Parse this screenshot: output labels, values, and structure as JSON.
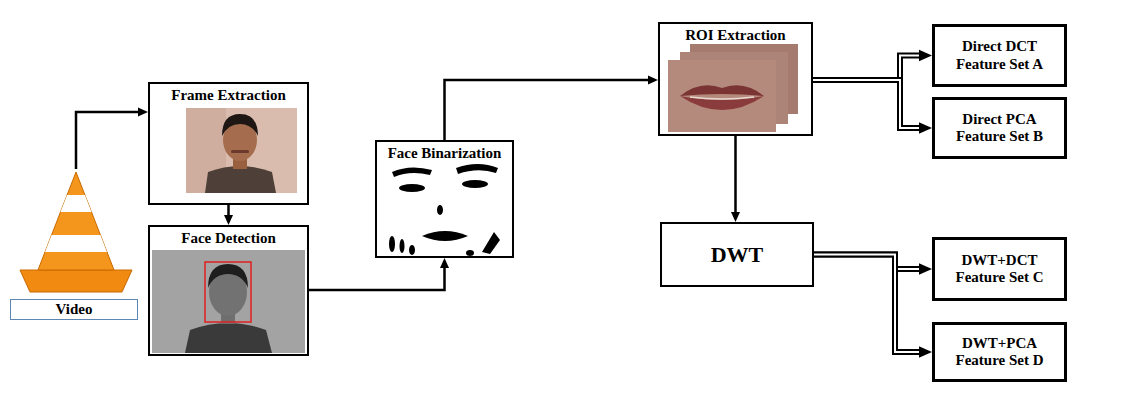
{
  "diagram": {
    "nodes": [
      {
        "text": [
          "Video"
        ]
      },
      {
        "text": [
          "Frame Extraction"
        ]
      },
      {
        "text": [
          "Face Detection"
        ]
      },
      {
        "text": [
          "Face Binarization"
        ]
      },
      {
        "text": [
          "ROI Extraction"
        ]
      },
      {
        "text": [
          "DWT"
        ]
      },
      {
        "text": [
          "Direct DCT Feature Set A"
        ]
      },
      {
        "text": [
          "Direct PCA Feature Set B"
        ]
      },
      {
        "text": [
          "DWT+DCT Feature Set C"
        ]
      },
      {
        "text": [
          "DWT+PCA Feature Set D"
        ]
      }
    ],
    "edges": [
      {
        "from": 0,
        "to": 1,
        "arrow": "to"
      },
      {
        "from": 1,
        "to": 2,
        "arrow": "to"
      },
      {
        "from": 2,
        "to": 3,
        "arrow": "to"
      },
      {
        "from": 3,
        "to": 4,
        "arrow": "to"
      },
      {
        "from": 4,
        "to": 5,
        "arrow": "to"
      },
      {
        "from": 4,
        "to": 6,
        "arrow": "to"
      },
      {
        "from": 4,
        "to": 7,
        "arrow": "to"
      },
      {
        "from": 5,
        "to": 8,
        "arrow": "to"
      },
      {
        "from": 5,
        "to": 9,
        "arrow": "to"
      }
    ]
  }
}
